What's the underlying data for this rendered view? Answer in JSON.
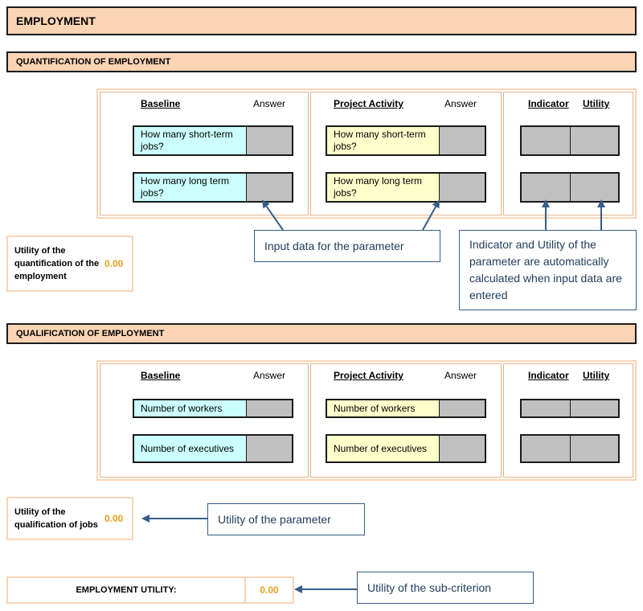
{
  "title": "EMPLOYMENT",
  "quantification": {
    "section_title": "QUANTIFICATION OF EMPLOYMENT",
    "baseline_title": "Baseline",
    "project_title": "Project Activity",
    "answer_label": "Answer",
    "indicator_title": "Indicator",
    "utility_title": "Utility",
    "baseline_questions": [
      "How many short-term jobs?",
      "How many long term jobs?"
    ],
    "project_questions": [
      "How many short-term jobs?",
      "How many long term jobs?"
    ],
    "utility_label": "Utility of the quantification of the employment",
    "utility_value": "0.00"
  },
  "qualification": {
    "section_title": "QUALIFICATION OF EMPLOYMENT",
    "baseline_title": "Baseline",
    "project_title": "Project Activity",
    "answer_label": "Answer",
    "indicator_title": "Indicator",
    "utility_title": "Utility",
    "baseline_questions": [
      "Number of workers",
      "Number of executives"
    ],
    "project_questions": [
      "Number of workers",
      "Number of executives"
    ],
    "utility_label": "Utility of the qualification of jobs",
    "utility_value": "0.00"
  },
  "employment_utility": {
    "label": "EMPLOYMENT UTILITY:",
    "value": "0.00"
  },
  "callouts": {
    "input_data": "Input data for the parameter",
    "auto_calc": "Indicator and Utility of the parameter are automatically calculated when input data are entered",
    "parameter_utility": "Utility of the parameter",
    "subcriterion_utility": "Utility of the sub-criterion"
  },
  "colors": {
    "header_fill": "#fbd4b4",
    "baseline_fill": "#ccffff",
    "project_fill": "#ffffcc",
    "input_fill": "#c0c0c0",
    "value_color": "#e6a020",
    "callout_text": "#1f3b5b",
    "arrow_color": "#355e8a"
  }
}
